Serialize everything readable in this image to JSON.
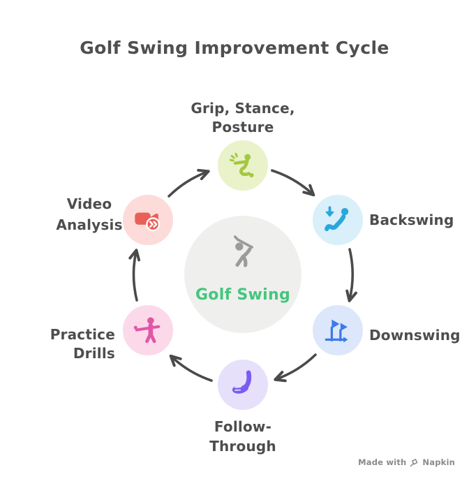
{
  "title": "Golf Swing Improvement Cycle",
  "center": {
    "label": "Golf Swing",
    "icon": "golfer-swing-icon"
  },
  "nodes": [
    {
      "name": "grip-stance-posture",
      "lines": [
        "Grip, Stance,",
        "Posture"
      ],
      "icon": "stance-person-icon"
    },
    {
      "name": "backswing",
      "lines": [
        "Backswing"
      ],
      "icon": "backswing-motion-icon"
    },
    {
      "name": "downswing",
      "lines": [
        "Downswing"
      ],
      "icon": "flags-progress-icon"
    },
    {
      "name": "follow-through",
      "lines": [
        "Follow-",
        "Through"
      ],
      "icon": "golf-club-icon"
    },
    {
      "name": "practice-drills",
      "lines": [
        "Practice Drills"
      ],
      "icon": "drill-person-icon"
    },
    {
      "name": "video-analysis",
      "lines": [
        "Video",
        "Analysis"
      ],
      "icon": "video-camera-icon"
    }
  ],
  "watermark": {
    "prefix": "Made with",
    "brand": "Napkin"
  },
  "colors": {
    "title-text": "#4f4f4f",
    "label-text": "#4d4d4d",
    "arrow": "#4a4a4a",
    "center-fill": "#efefee",
    "center-icon": "#9b9b9b",
    "center-label": "#44c67c",
    "grip-fill": "#e9f2c9",
    "grip-icon": "#a5c740",
    "backswing-fill": "#d9effa",
    "backswing-icon": "#2aa6dd",
    "downswing-fill": "#dde7fb",
    "downswing-icon": "#3d7ae9",
    "follow-fill": "#e6e0fa",
    "follow-icon": "#7b5cf0",
    "practice-fill": "#fbd9e9",
    "practice-icon": "#e057a6",
    "video-fill": "#fcdbd8",
    "video-icon": "#ea5f57",
    "watermark-text": "#8a8a8a"
  }
}
